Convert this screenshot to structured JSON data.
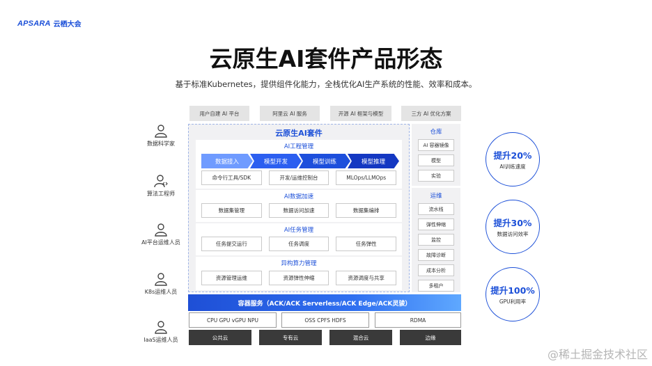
{
  "brand": {
    "en": "APSARA",
    "cn": "云栖大会"
  },
  "title": "云原生AI套件产品形态",
  "subtitle": "基于标准Kubernetes，提供组件化能力，全栈优化AI生产系统的性能、效率和成本。",
  "personas": [
    "数据科学家",
    "算法工程师",
    "AI平台运维人员",
    "K8s运维人员",
    "IaaS运维人员"
  ],
  "sources": [
    "用户自建 AI 平台",
    "阿里云 AI 服务",
    "开源 AI 框架与模型",
    "三方 AI 优化方案"
  ],
  "suite": {
    "title": "云原生AI套件",
    "engineering": {
      "title": "AI工程管理",
      "stages": [
        "数据接入",
        "模型开发",
        "模型训练",
        "模型推理"
      ],
      "tools": [
        "命令行工具/SDK",
        "开发/运维控制台",
        "MLOps/LLMOps"
      ]
    },
    "data_accel": {
      "title": "AI数据加速",
      "items": [
        "数据集管理",
        "数据访问加速",
        "数据集编排"
      ]
    },
    "task_mgmt": {
      "title": "AI任务管理",
      "items": [
        "任务提交运行",
        "任务调度",
        "任务弹性"
      ]
    },
    "compute": {
      "title": "异构算力管理",
      "items": [
        "资源管理运维",
        "资源弹性伸缩",
        "资源调度与共享"
      ]
    }
  },
  "repository": {
    "title": "仓库",
    "items": [
      "AI 容器镜像",
      "模型",
      "实验"
    ]
  },
  "operations": {
    "title": "运维",
    "items": [
      "流水线",
      "弹性伸缩",
      "监控",
      "故障诊断",
      "成本分析",
      "多租户"
    ]
  },
  "container_service": "容器服务（ACK/ACK Serverless/ACK Edge/ACK灵骏）",
  "infra": [
    "CPU GPU vGPU NPU",
    "OSS CPFS HDFS",
    "RDMA"
  ],
  "clouds": [
    "公共云",
    "专有云",
    "混合云",
    "边缘"
  ],
  "metrics": [
    {
      "value": "提升20%",
      "label": "AI训练速度"
    },
    {
      "value": "提升30%",
      "label": "数据访问效率"
    },
    {
      "value": "提升100%",
      "label": "GPU利用率"
    }
  ],
  "watermark": "@稀土掘金技术社区",
  "colors": {
    "accent": "#1b4fd8",
    "stage_gradient": [
      "#6f9bff",
      "#2c5ff0",
      "#1d4fdc",
      "#1438c2"
    ],
    "dark_tile": "#3a3a3a"
  }
}
